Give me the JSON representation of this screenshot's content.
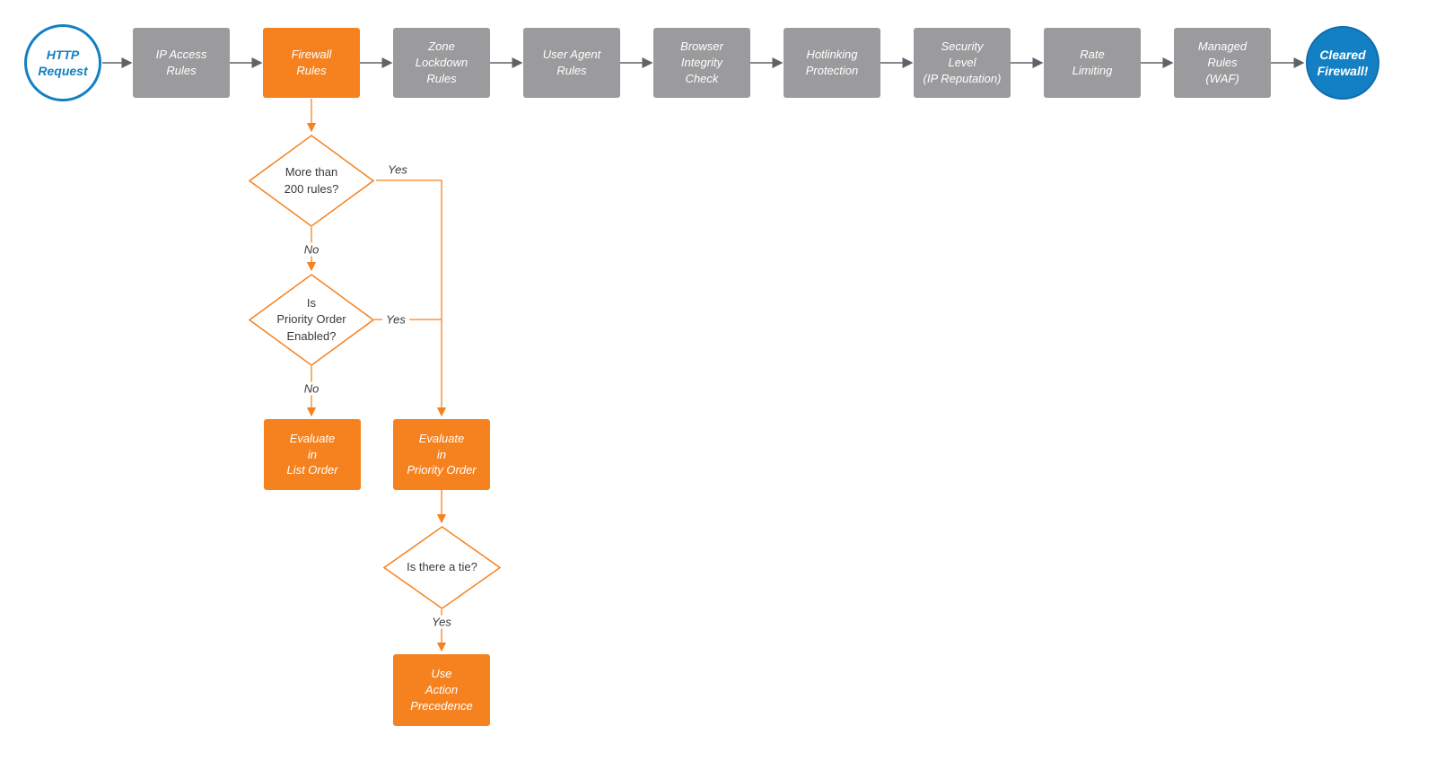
{
  "diagram": {
    "colors": {
      "orange": "#F6821F",
      "gray": "#9B9B9D",
      "blue": "#1380C3",
      "arrow_gray": "#5F6368",
      "text_dark": "#3A3A3A"
    },
    "pipeline": {
      "start": {
        "label": "HTTP\nRequest"
      },
      "steps": [
        {
          "label": "IP Access\nRules"
        },
        {
          "label": "Firewall\nRules"
        },
        {
          "label": "Zone\nLockdown\nRules"
        },
        {
          "label": "User Agent\nRules"
        },
        {
          "label": "Browser\nIntegrity\nCheck"
        },
        {
          "label": "Hotlinking\nProtection"
        },
        {
          "label": "Security\nLevel\n(IP Reputation)"
        },
        {
          "label": "Rate\nLimiting"
        },
        {
          "label": "Managed\nRules\n(WAF)"
        }
      ],
      "end": {
        "label": "Cleared\nFirewall!"
      }
    },
    "decisions": {
      "more_than_200": {
        "label": "More than\n200 rules?"
      },
      "priority_enabled": {
        "label": "Is\nPriority Order\nEnabled?"
      },
      "tie": {
        "label": "Is there a tie?"
      }
    },
    "actions": {
      "list_order": {
        "label": "Evaluate\nin\nList Order"
      },
      "priority_order": {
        "label": "Evaluate\nin\nPriority Order"
      },
      "action_precedence": {
        "label": "Use\nAction\nPrecedence"
      }
    },
    "edge_labels": {
      "d1_yes": "Yes",
      "d1_no": "No",
      "d2_yes": "Yes",
      "d2_no": "No",
      "d3_yes": "Yes"
    }
  }
}
